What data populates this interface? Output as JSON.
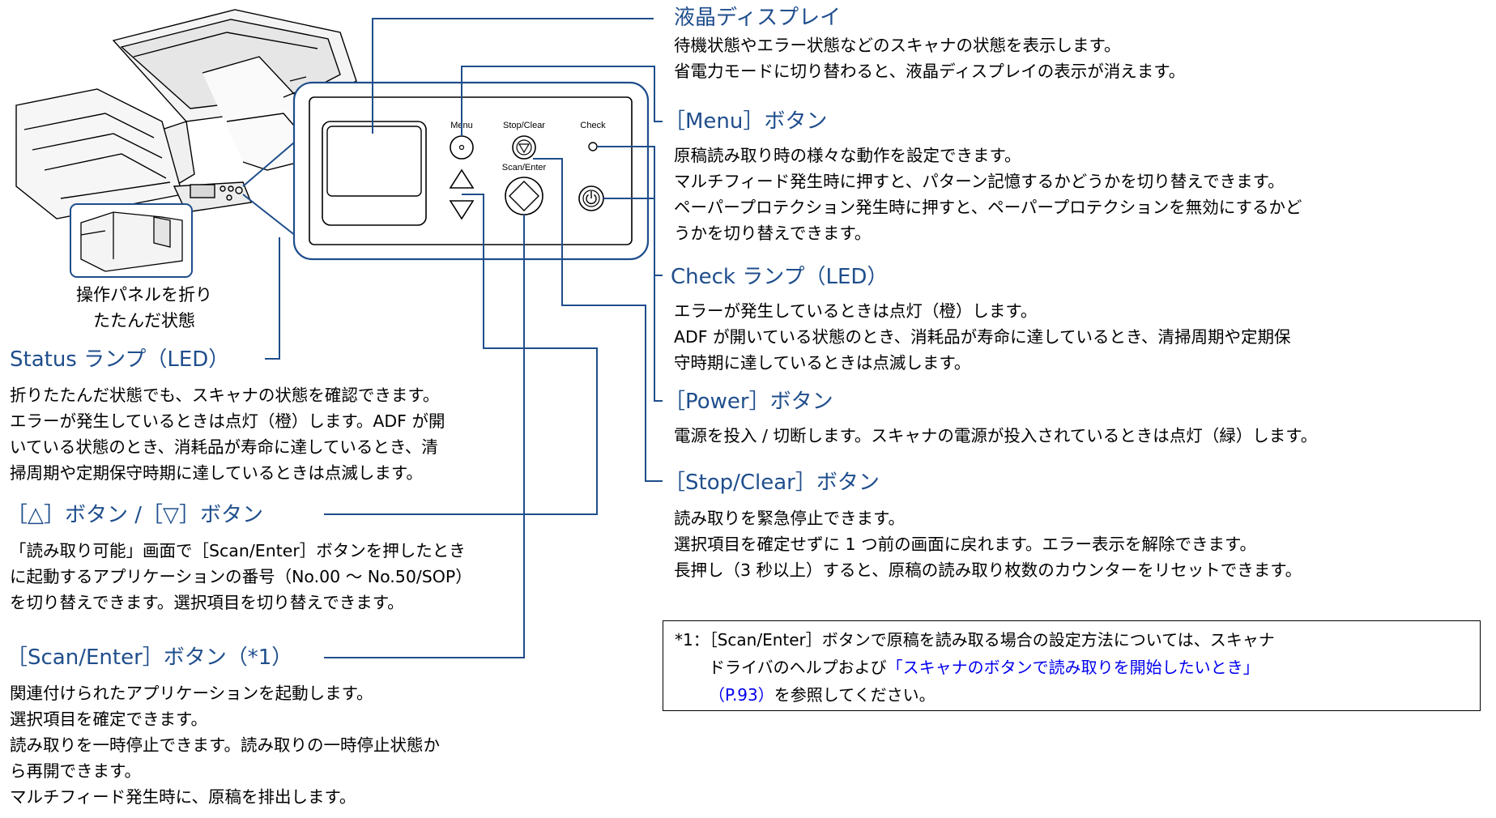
{
  "panel": {
    "menu_label": "Menu",
    "stop_label": "Stop/Clear",
    "check_label": "Check",
    "scan_label": "Scan/Enter"
  },
  "folded": {
    "caption": [
      "操作パネルを折り",
      "たたんだ状態"
    ]
  },
  "colors": {
    "heading": "#1f4e8c",
    "callout_line": "#1f4e8c",
    "link": "#0000ee"
  },
  "sections": {
    "lcd": {
      "title": "液晶ディスプレイ",
      "lines": [
        "待機状態やエラー状態などのスキャナの状態を表示します。",
        "省電力モードに切り替わると、液晶ディスプレイの表示が消えます。"
      ]
    },
    "menu": {
      "title": "［Menu］ボタン",
      "lines": [
        "原稿読み取り時の様々な動作を設定できます。",
        "マルチフィード発生時に押すと、パターン記憶するかどうかを切り替えできます。",
        "ペーパープロテクション発生時に押すと、ペーパープロテクションを無効にするかど",
        "うかを切り替えできます。"
      ]
    },
    "check": {
      "title": "Check ランプ（LED）",
      "lines": [
        "エラーが発生しているときは点灯（橙）します。",
        "ADF が開いている状態のとき、消耗品が寿命に達しているとき、清掃周期や定期保",
        "守時期に達しているときは点滅します。"
      ]
    },
    "power": {
      "title": "［Power］ボタン",
      "lines": [
        "電源を投入 / 切断します。スキャナの電源が投入されているときは点灯（緑）します。"
      ]
    },
    "stop": {
      "title": "［Stop/Clear］ボタン",
      "lines": [
        "読み取りを緊急停止できます。",
        "選択項目を確定せずに 1 つ前の画面に戻れます。エラー表示を解除できます。",
        "長押し（3 秒以上）すると、原稿の読み取り枚数のカウンターをリセットできます。"
      ]
    },
    "status": {
      "title": "Status ランプ（LED）",
      "lines": [
        "折りたたんだ状態でも、スキャナの状態を確認できます。",
        "エラーが発生しているときは点灯（橙）します。ADF が開",
        "いている状態のとき、消耗品が寿命に達しているとき、清",
        "掃周期や定期保守時期に達しているときは点滅します。"
      ]
    },
    "updown": {
      "title": "［△］ボタン /［▽］ボタン",
      "lines": [
        "「読み取り可能」画面で［Scan/Enter］ボタンを押したとき",
        "に起動するアプリケーションの番号（No.00 ～ No.50/SOP）",
        "を切り替えできます。選択項目を切り替えできます。"
      ]
    },
    "scan": {
      "title": "［Scan/Enter］ボタン（*1）",
      "lines": [
        "関連付けられたアプリケーションを起動します。",
        "選択項目を確定できます。",
        "読み取りを一時停止できます。読み取りの一時停止状態か",
        "ら再開できます。",
        "マルチフィード発生時に、原稿を排出します。"
      ]
    }
  },
  "note": {
    "prefix": "*1：",
    "line1": "［Scan/Enter］ボタンで原稿を読み取る場合の設定方法については、スキャナ",
    "line2_text": "ドライバのヘルプおよび",
    "line2_link": "「スキャナのボタンで読み取りを開始したいとき」",
    "line3_link": "（P.93）",
    "line3_text": "を参照してください。"
  }
}
